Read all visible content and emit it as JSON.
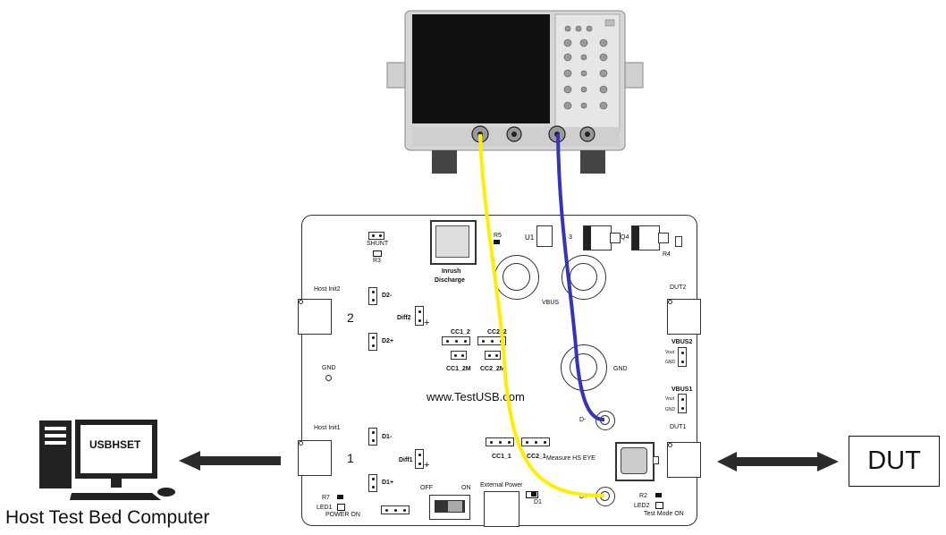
{
  "board": {
    "website": "www.TestUSB.com",
    "labels": {
      "shunt": "SHUNT",
      "r3": "R3",
      "r5": "R5",
      "u1": "U1",
      "u1b": "3",
      "q4": "Q4",
      "r4": "R4",
      "inrush": "Inrush",
      "discharge": "Discharge",
      "host_init2": "Host Init2",
      "host_init1": "Host Init1",
      "num2": "2",
      "num1": "1",
      "d2m": "D2-",
      "d2p": "D2+",
      "diff2": "Diff2",
      "d1m": "D1-",
      "d1p": "D1+",
      "diff1": "Diff1",
      "plus": "+",
      "gnd_left": "GND",
      "cc1_2": "CC1_2",
      "cc2_2": "CC2_2",
      "cc1_2m": "CC1_2M",
      "cc2_2m": "CC2_2M",
      "cc1_1": "CC1_1",
      "cc2_1": "CC2_1",
      "measure": "Measure HS EYE",
      "vbus": "VBUS",
      "gnd": "GND",
      "dminus": "D-",
      "dplus": "D+",
      "dut2": "DUT2",
      "dut1": "DUT1",
      "vbus2": "VBUS2",
      "vbus1": "VBUS1",
      "vout": "Vout",
      "gnd_s": "GND",
      "r7": "R7",
      "led1": "LED1",
      "power_on": "POWER ON",
      "off": "OFF",
      "on": "ON",
      "ext_power": "External Power",
      "d1": "D1",
      "r2": "R2",
      "led2": "LED2",
      "test_mode_on": "Test Mode ON"
    }
  },
  "computer": {
    "screen_text": "USBHSET",
    "caption": "Host Test Bed Computer"
  },
  "dut": {
    "label": "DUT"
  },
  "colors": {
    "probe_yellow": "#ffee00",
    "probe_blue": "#3333bb",
    "scope_gray": "#d4d4d4",
    "arrow": "#2b2b2b"
  }
}
